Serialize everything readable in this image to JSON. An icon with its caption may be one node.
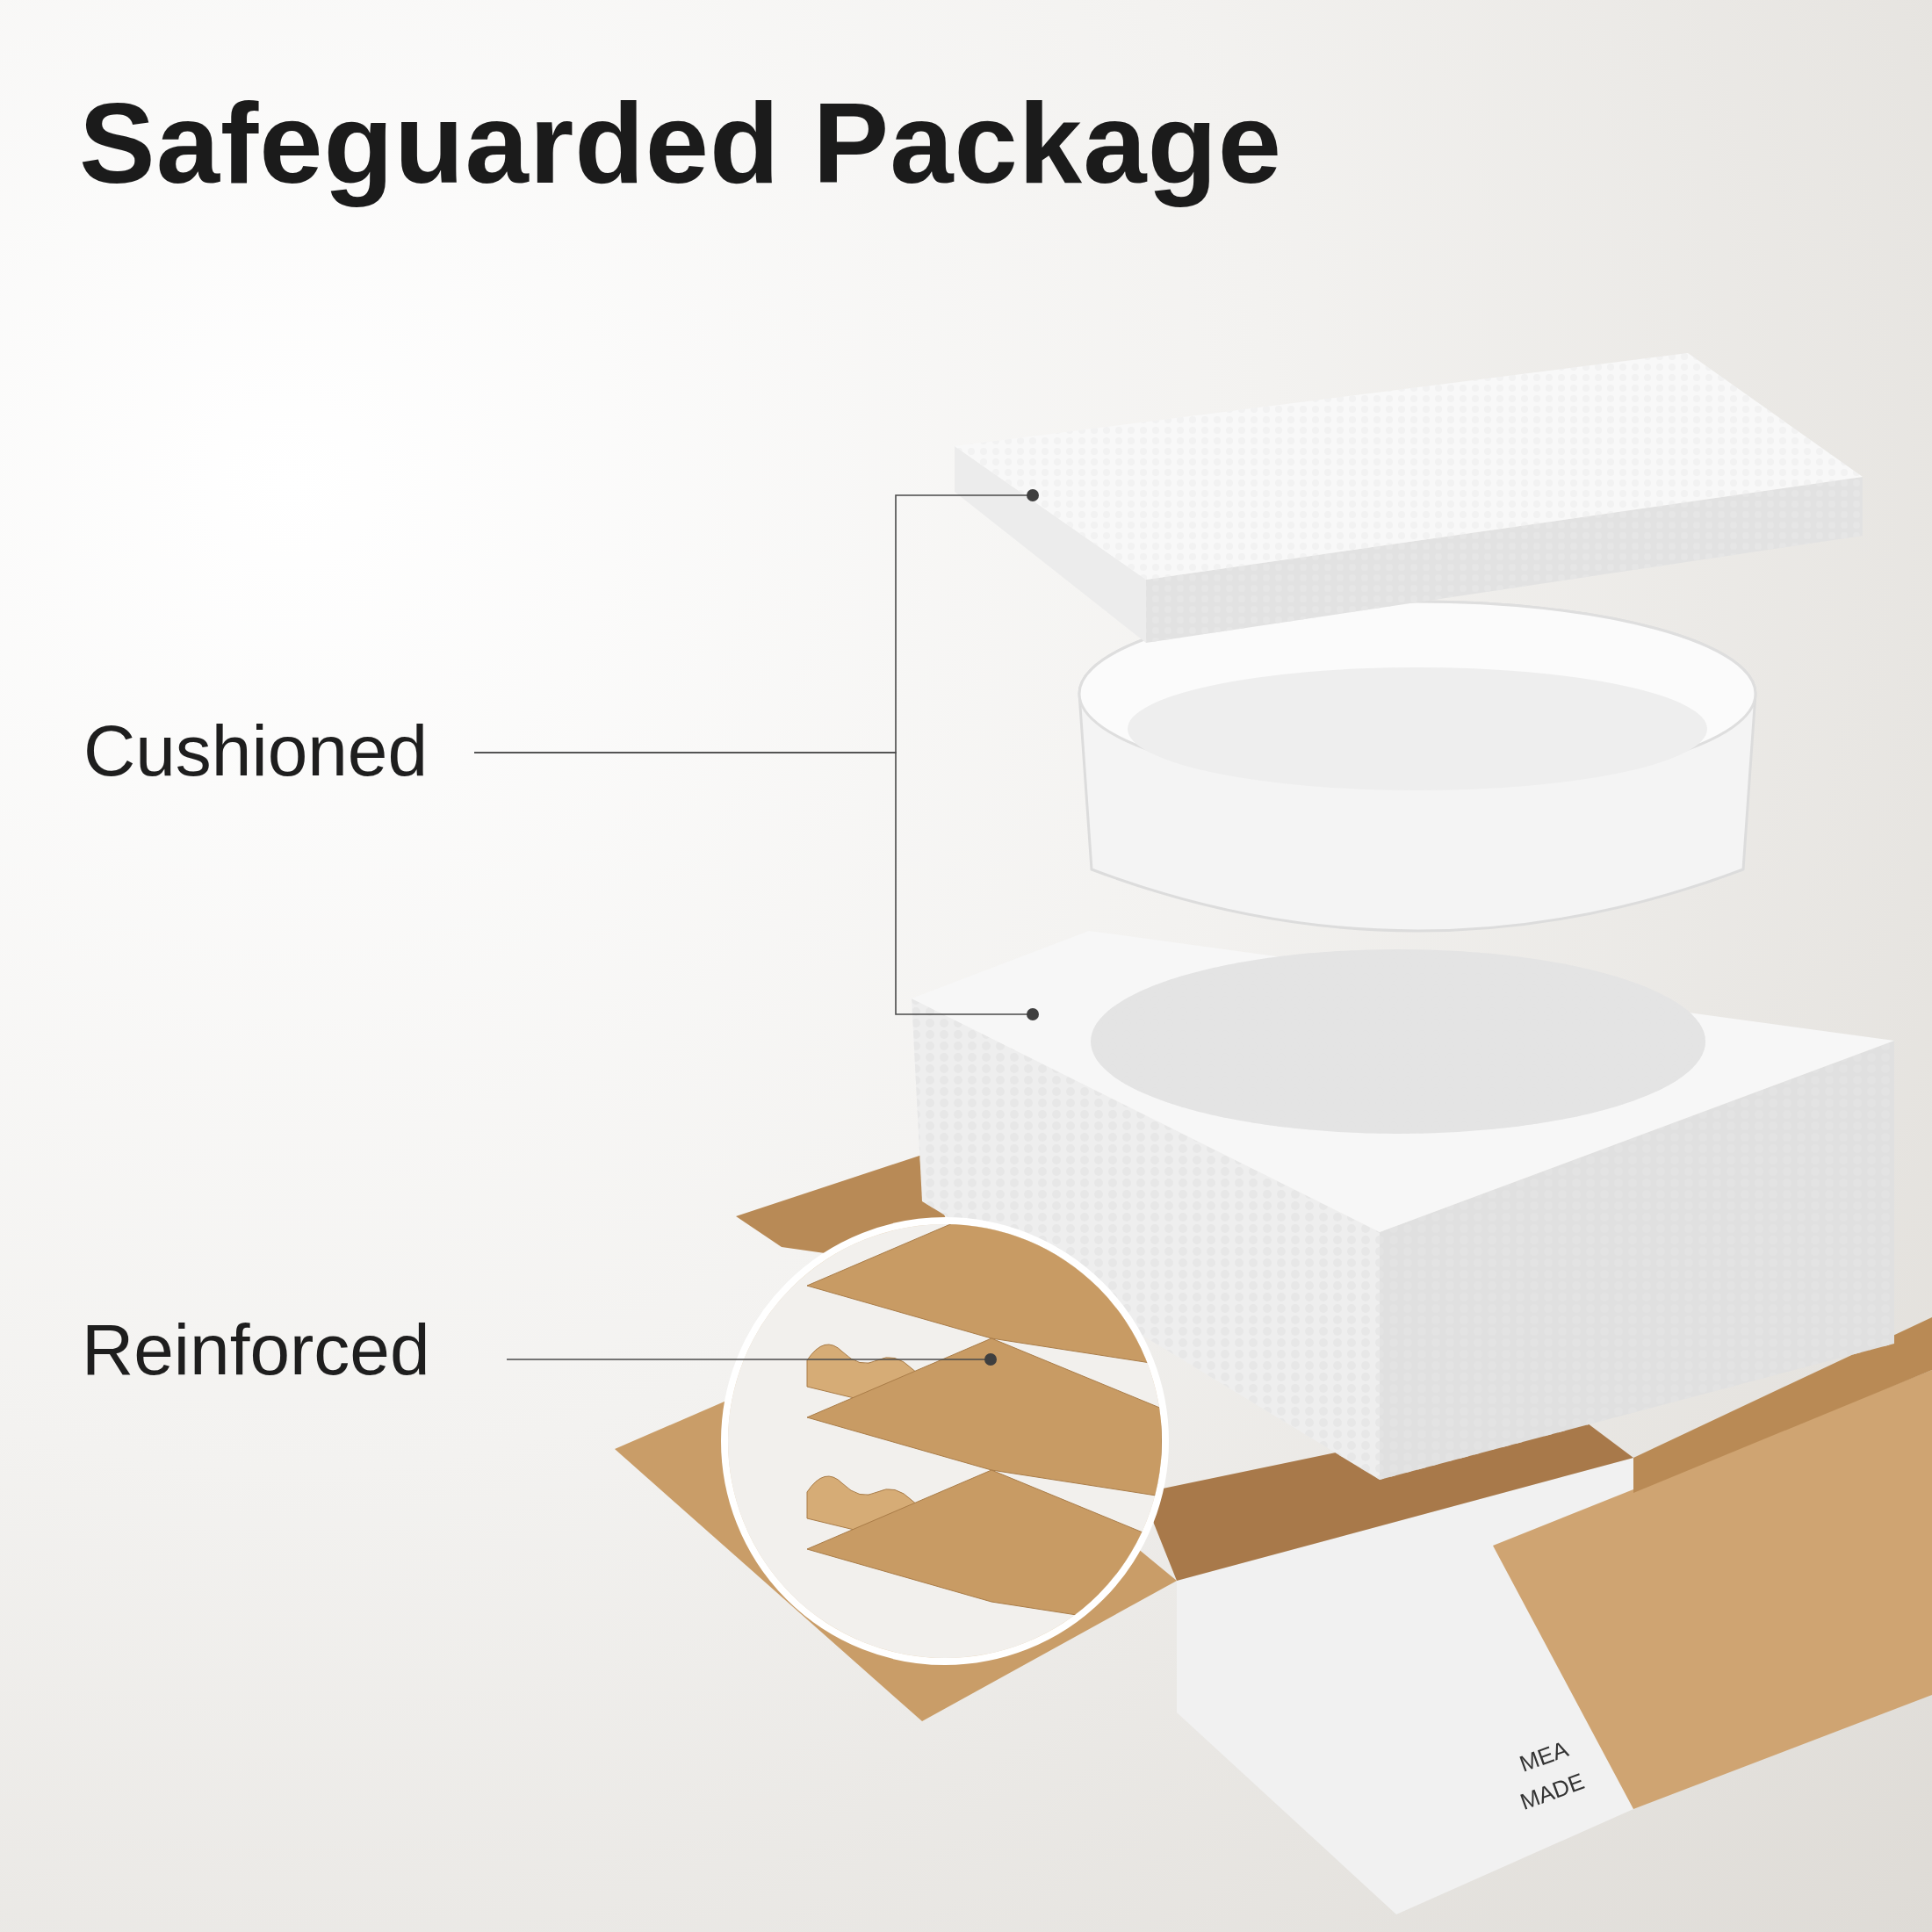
{
  "diagram": {
    "title": "Safeguarded Package",
    "nodes": [
      {
        "text": [
          "Cushioned"
        ]
      },
      {
        "text": [],
        "shape": "picture"
      },
      {
        "text": [],
        "shape": "picture"
      },
      {
        "text": [
          "Reinforced"
        ]
      },
      {
        "text": [],
        "shape": "picture"
      }
    ],
    "edges": [
      {
        "from": 0,
        "to": 1,
        "arrow": "other"
      },
      {
        "from": 0,
        "to": 2,
        "arrow": "other"
      },
      {
        "from": 3,
        "to": 4,
        "arrow": "other"
      }
    ],
    "labels": [
      "MEA",
      "MADE"
    ]
  }
}
